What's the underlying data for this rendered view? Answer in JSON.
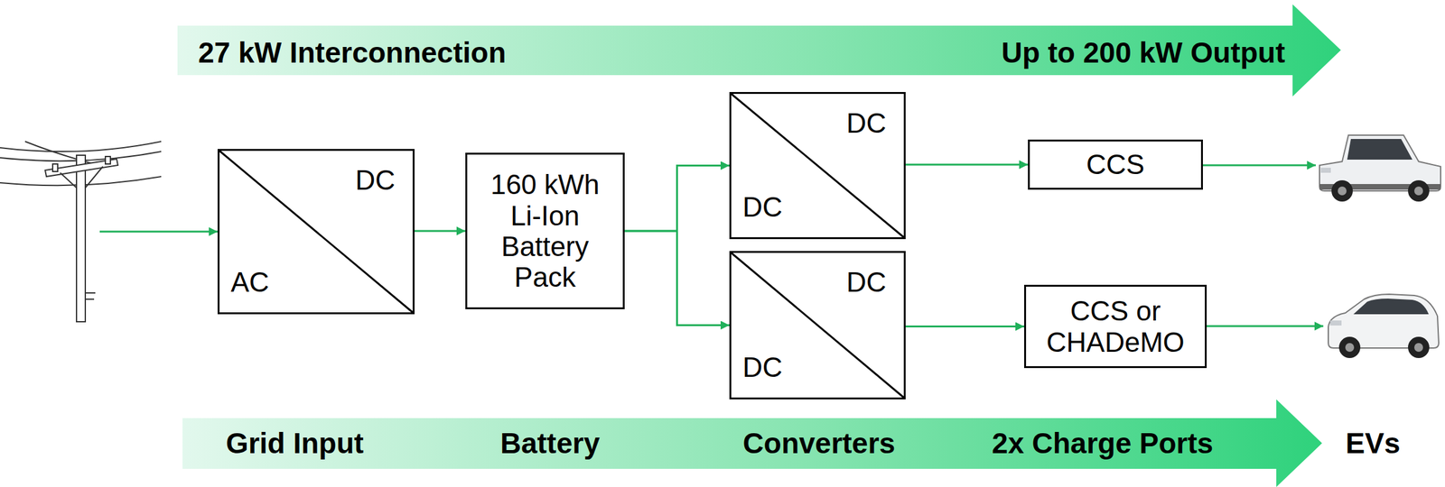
{
  "diagram": {
    "nodes": [
      {
        "text": [
          "DC",
          "AC"
        ]
      },
      {
        "text": [
          "160 kWh Li-Ion Battery Pack"
        ]
      },
      {
        "text": [
          "DC",
          "DC"
        ]
      },
      {
        "text": [
          "DC",
          "DC"
        ]
      },
      {
        "text": [
          "CCS"
        ]
      },
      {
        "text": [
          "CCS or CHADeMO"
        ]
      }
    ],
    "edges": [
      {
        "from": 0,
        "to": 1,
        "arrow": "to"
      },
      {
        "from": 1,
        "to": 2,
        "arrow": "to"
      },
      {
        "from": 1,
        "to": 3,
        "arrow": "to"
      },
      {
        "from": 2,
        "to": 4,
        "arrow": "to"
      },
      {
        "from": 3,
        "to": 5,
        "arrow": "to"
      }
    ],
    "labels": [
      "27 kW Interconnection",
      "Up to 200 kW Output",
      "Grid Input",
      "Battery",
      "Converters",
      "2x Charge Ports",
      "EVs"
    ]
  }
}
